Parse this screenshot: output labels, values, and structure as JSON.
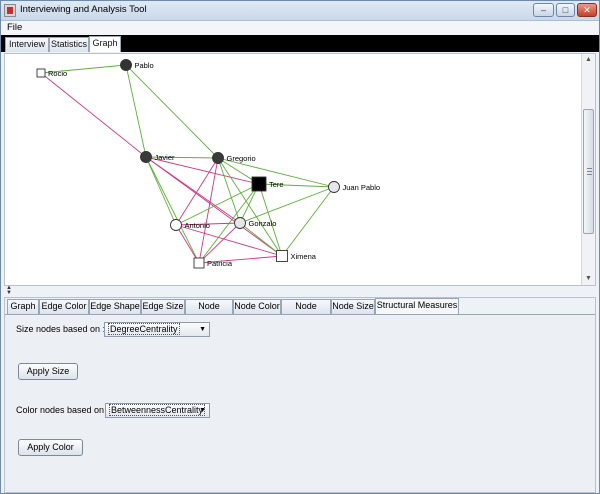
{
  "window": {
    "title": "Interviewing and Analysis Tool",
    "controls": [
      "–",
      "□",
      "✕"
    ]
  },
  "menubar": {
    "file": "File"
  },
  "top_tabs": [
    {
      "label": "Interview",
      "active": false
    },
    {
      "label": "Statistics",
      "active": false
    },
    {
      "label": "Graph",
      "active": true
    }
  ],
  "graph": {
    "nodes": [
      {
        "id": "rocio",
        "label": "Rocio",
        "shape": "square",
        "fill": "#ffffff"
      },
      {
        "id": "pablo",
        "label": "Pablo",
        "shape": "circle",
        "fill": "#333333"
      },
      {
        "id": "javier",
        "label": "Javier",
        "shape": "circle",
        "fill": "#3a3a3a"
      },
      {
        "id": "gregorio",
        "label": "Gregorio",
        "shape": "circle",
        "fill": "#3a3a3a"
      },
      {
        "id": "tere",
        "label": "Tere",
        "shape": "square",
        "fill": "#000000"
      },
      {
        "id": "juanpablo",
        "label": "Juan Pablo",
        "shape": "circle",
        "fill": "#e8e8e8"
      },
      {
        "id": "antonio",
        "label": "Antonio",
        "shape": "circle",
        "fill": "#ffffff"
      },
      {
        "id": "gonzalo",
        "label": "Gonzalo",
        "shape": "circle",
        "fill": "#e6e6e6"
      },
      {
        "id": "patricia",
        "label": "Patricia",
        "shape": "square",
        "fill": "#ffffff"
      },
      {
        "id": "ximena",
        "label": "Ximena",
        "shape": "square",
        "fill": "#ffffff"
      }
    ],
    "edge_colors": {
      "green": "#5fae3c",
      "pink": "#cc3b86"
    }
  },
  "bottom_tabs": [
    {
      "label": "Graph",
      "active": false
    },
    {
      "label": "Edge Color",
      "active": false
    },
    {
      "label": "Edge Shape",
      "active": false
    },
    {
      "label": "Edge Size",
      "active": false
    },
    {
      "label": "Node Label",
      "active": false
    },
    {
      "label": "Node Color",
      "active": false
    },
    {
      "label": "Node Shape",
      "active": false
    },
    {
      "label": "Node Size",
      "active": false
    },
    {
      "label": "Structural Measures",
      "active": true
    }
  ],
  "structural": {
    "size_label": "Size nodes based on :",
    "size_value": "DegreeCentrality",
    "apply_size": "Apply Size",
    "color_label": "Color nodes based on :",
    "color_value": "BetweennessCentrality",
    "apply_color": "Apply Color"
  }
}
